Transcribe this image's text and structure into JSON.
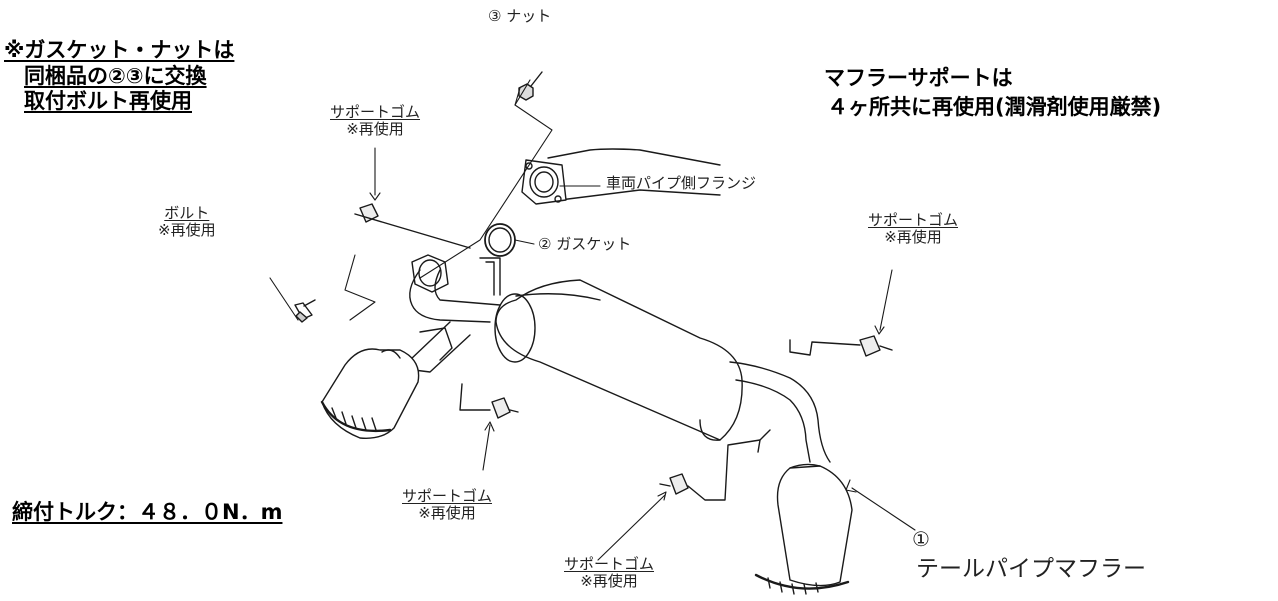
{
  "notes": {
    "gasket_nut_lines": [
      "※ガスケット・ナットは",
      "同梱品の②③に交換",
      "取付ボルト再使用"
    ],
    "support_lines": [
      "マフラーサポートは",
      "４ヶ所共に再使用(潤滑剤使用厳禁)"
    ],
    "torque": "締付トルク：４８．０N．m"
  },
  "parts": {
    "nut": "③ ナット",
    "flange": "車両パイプ側フランジ",
    "gasket": "② ガスケット",
    "bolt": {
      "title": "ボルト",
      "sub": "※再使用"
    },
    "support_rubbers": [
      {
        "title": "サポートゴム",
        "sub": "※再使用"
      },
      {
        "title": "サポートゴム",
        "sub": "※再使用"
      },
      {
        "title": "サポートゴム",
        "sub": "※再使用"
      },
      {
        "title": "サポートゴム",
        "sub": "※再使用"
      }
    ],
    "muffler_number": "①",
    "muffler_name": "テールパイプマフラー"
  }
}
